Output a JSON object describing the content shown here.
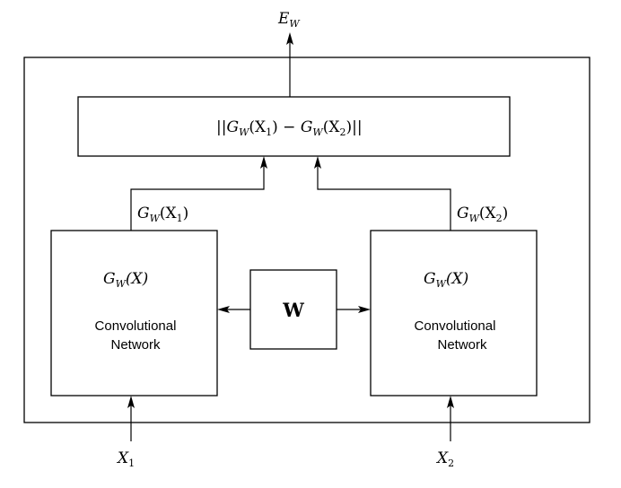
{
  "labels": {
    "output": {
      "var": "E",
      "sub": "W"
    },
    "distance": {
      "pre": "||",
      "g1": "G",
      "g1sub": "W",
      "x1": "(X",
      "x1sub": "1",
      "mid": ") − ",
      "g2": "G",
      "g2sub": "W",
      "x2": "(X",
      "x2sub": "2",
      "post": ")||"
    },
    "left_output": {
      "g": "G",
      "gsub": "W",
      "x": "(X",
      "xsub": "1",
      "close": ")"
    },
    "right_output": {
      "g": "G",
      "gsub": "W",
      "x": "(X",
      "xsub": "2",
      "close": ")"
    },
    "left_net": {
      "g": "G",
      "gsub": "W",
      "arg": "(X)",
      "line1": "Convolutional",
      "line2": "Network"
    },
    "right_net": {
      "g": "G",
      "gsub": "W",
      "arg": "(X)",
      "line1": "Convolutional",
      "line2": "Network"
    },
    "weights": "W",
    "input1": {
      "var": "X",
      "sub": "1"
    },
    "input2": {
      "var": "X",
      "sub": "2"
    }
  }
}
